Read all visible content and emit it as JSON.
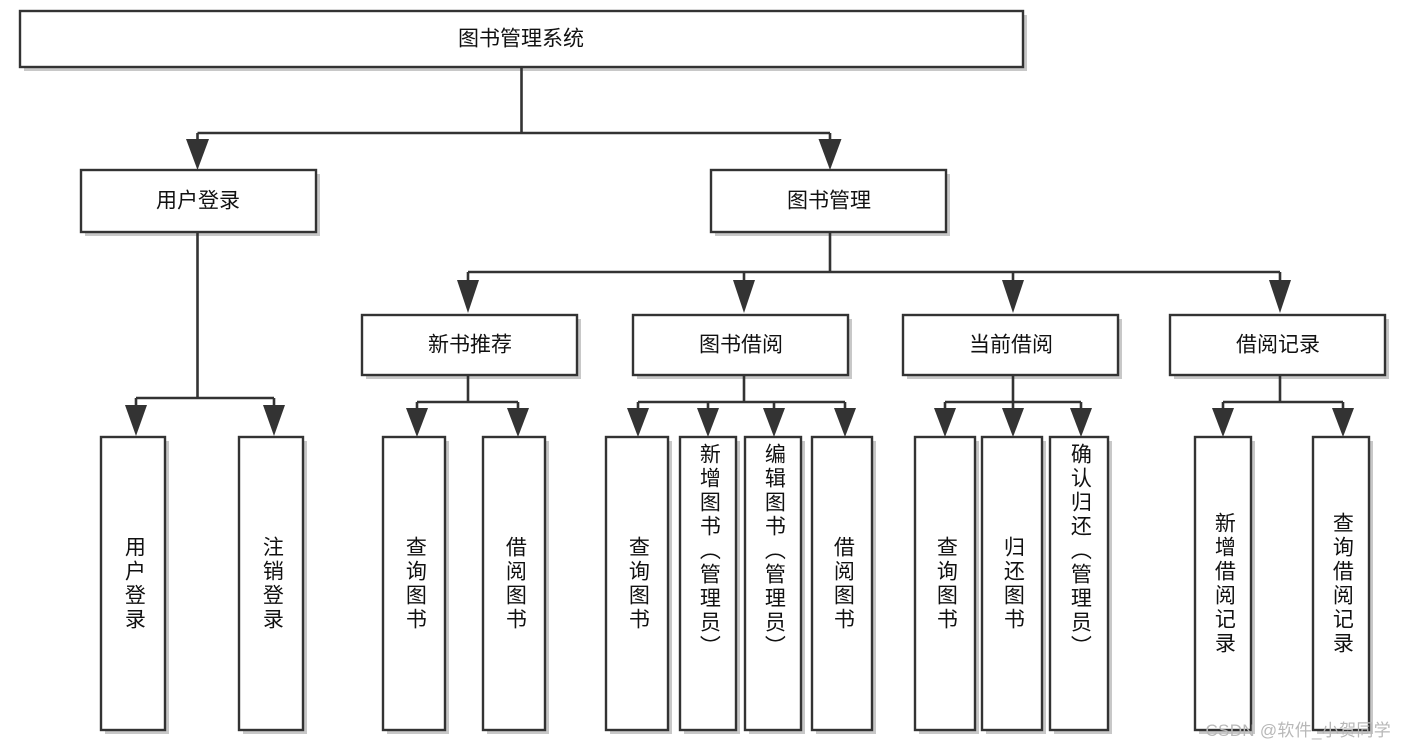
{
  "diagram": {
    "type": "tree-hierarchy",
    "title": "图书管理系统",
    "watermark": "CSDN @软件_小贺同学",
    "colors": {
      "box_fill": "#ffffff",
      "box_stroke": "#333333",
      "text": "#111111",
      "watermark": "#b8b8b8",
      "background": "#ffffff"
    },
    "root": {
      "label": "图书管理系统"
    },
    "level2": [
      {
        "label": "用户登录"
      },
      {
        "label": "图书管理"
      }
    ],
    "level3": [
      {
        "label": "新书推荐"
      },
      {
        "label": "图书借阅"
      },
      {
        "label": "当前借阅"
      },
      {
        "label": "借阅记录"
      }
    ],
    "leaves": {
      "user_login": [
        "用户登录",
        "注销登录"
      ],
      "new_book_recommend": [
        "查询图书",
        "借阅图书"
      ],
      "book_borrow": [
        "查询图书",
        "新增图书（管理员）",
        "编辑图书（管理员）",
        "借阅图书"
      ],
      "current_borrow": [
        "查询图书",
        "归还图书",
        "确认归还（管理员）"
      ],
      "borrow_record": [
        "新增借阅记录",
        "查询借阅记录"
      ]
    }
  }
}
